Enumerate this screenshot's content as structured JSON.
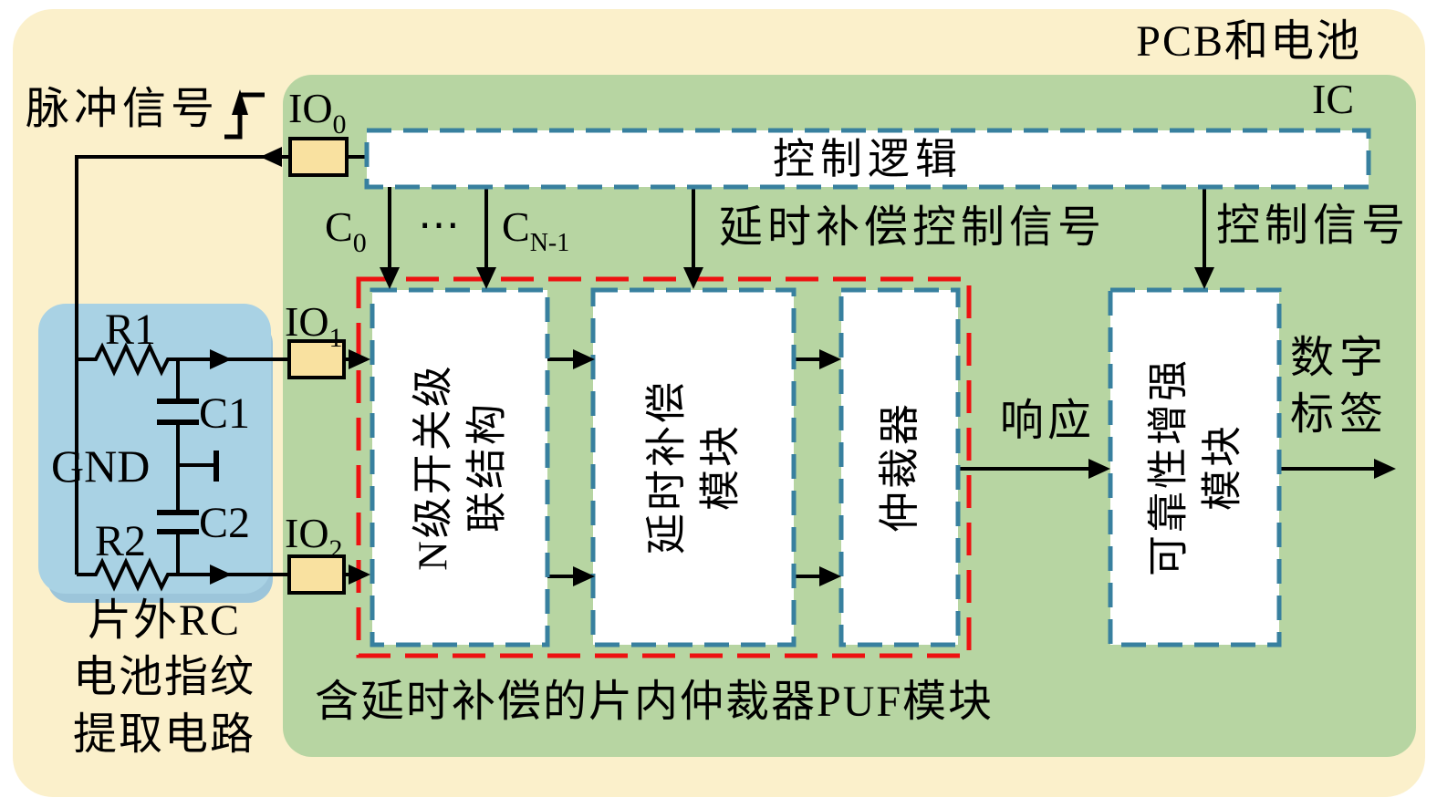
{
  "outer": {
    "label": "PCB和电池"
  },
  "ic": {
    "label": "IC",
    "control_logic": "控制逻辑"
  },
  "signals": {
    "pulse": "脉冲信号",
    "c0": {
      "base": "C",
      "sub": "0"
    },
    "dots": "⋯",
    "cn1": {
      "base": "C",
      "sub": "N-1"
    },
    "delay_comp": "延时补偿控制信号",
    "control": "控制信号",
    "response": "响应",
    "digital_tag": "数字\n标签"
  },
  "io": {
    "io0": {
      "base": "IO",
      "sub": "0"
    },
    "io1": {
      "base": "IO",
      "sub": "1"
    },
    "io2": {
      "base": "IO",
      "sub": "2"
    }
  },
  "rc": {
    "r1": "R1",
    "c1": "C1",
    "gnd": "GND",
    "c2": "C2",
    "r2": "R2",
    "caption": "片外RC\n电池指纹\n提取电路"
  },
  "puf": {
    "switch_box": "N级开关级\n联结构",
    "delay_box": "延时补偿\n模块",
    "arbiter_box": "仲裁器",
    "caption": "含延时补偿的片内仲裁器PUF模块"
  },
  "reliability": {
    "label": "可靠性增强\n模块"
  },
  "colors": {
    "pcb_background": "#fbf0cb",
    "ic_background": "#b7d5a2",
    "rc_panel": "#a9d2e4",
    "io_pad": "#f9e1a0",
    "dashed_blue": "#38809f",
    "dashed_red": "#ee1111",
    "wire": "#000000"
  }
}
